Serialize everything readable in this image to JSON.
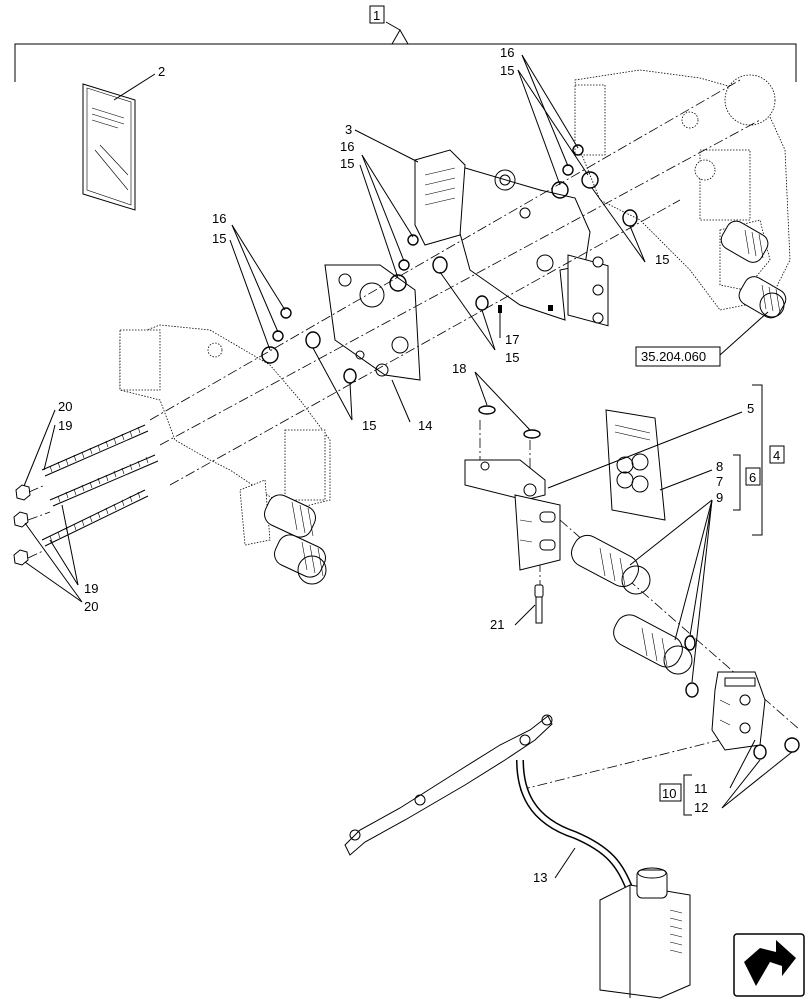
{
  "callouts": {
    "c1": "1",
    "c2": "2",
    "c3": "3",
    "c4": "4",
    "c5": "5",
    "c6": "6",
    "c7": "7",
    "c8": "8",
    "c9": "9",
    "c10": "10",
    "c11": "11",
    "c12": "12",
    "c13": "13",
    "c14": "14",
    "c15": "15",
    "c16": "16",
    "c17": "17",
    "c18": "18",
    "c19": "19",
    "c20": "20",
    "c21": "21"
  },
  "reference": "35.204.060",
  "nav_icon": "next-page-arrow-icon"
}
